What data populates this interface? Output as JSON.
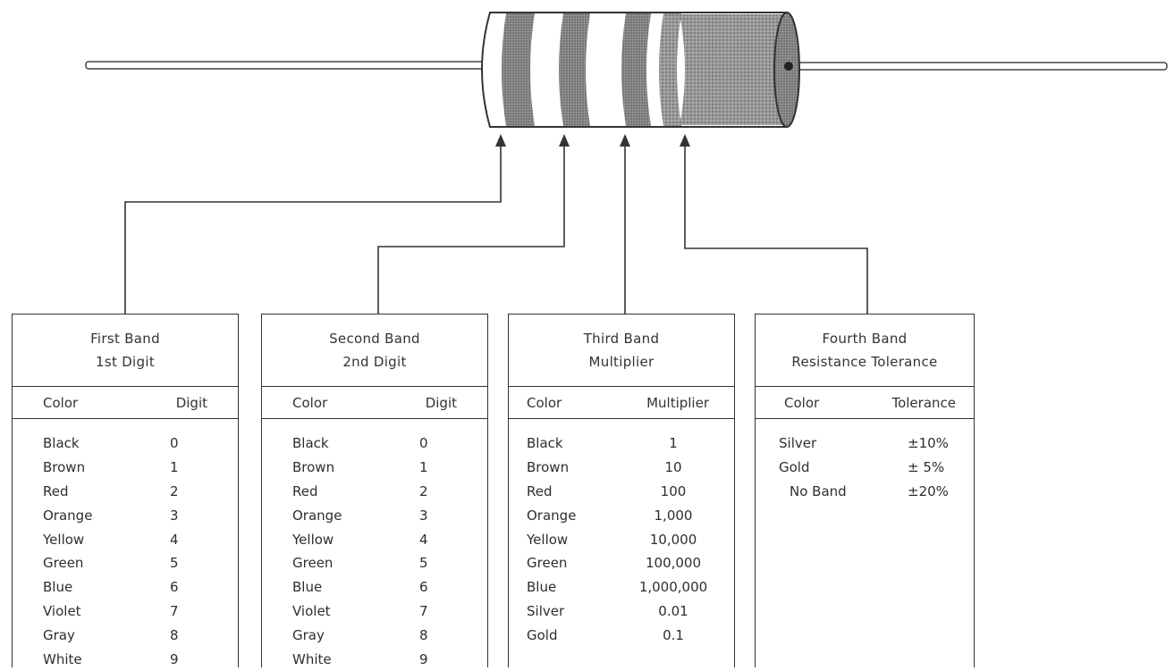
{
  "tables": [
    {
      "title": "First Band",
      "subtitle": "1st Digit",
      "col_color": "Color",
      "col_value": "Digit",
      "rows": [
        {
          "color": "Black",
          "value": "0"
        },
        {
          "color": "Brown",
          "value": "1"
        },
        {
          "color": "Red",
          "value": "2"
        },
        {
          "color": "Orange",
          "value": "3"
        },
        {
          "color": "Yellow",
          "value": "4"
        },
        {
          "color": "Green",
          "value": "5"
        },
        {
          "color": "Blue",
          "value": "6"
        },
        {
          "color": "Violet",
          "value": "7"
        },
        {
          "color": "Gray",
          "value": "8"
        },
        {
          "color": "White",
          "value": "9"
        }
      ]
    },
    {
      "title": "Second Band",
      "subtitle": "2nd Digit",
      "col_color": "Color",
      "col_value": "Digit",
      "rows": [
        {
          "color": "Black",
          "value": "0"
        },
        {
          "color": "Brown",
          "value": "1"
        },
        {
          "color": "Red",
          "value": "2"
        },
        {
          "color": "Orange",
          "value": "3"
        },
        {
          "color": "Yellow",
          "value": "4"
        },
        {
          "color": "Green",
          "value": "5"
        },
        {
          "color": "Blue",
          "value": "6"
        },
        {
          "color": "Violet",
          "value": "7"
        },
        {
          "color": "Gray",
          "value": "8"
        },
        {
          "color": "White",
          "value": "9"
        }
      ]
    },
    {
      "title": "Third Band",
      "subtitle": "Multiplier",
      "col_color": "Color",
      "col_value": "Multiplier",
      "rows": [
        {
          "color": "Black",
          "value": "1"
        },
        {
          "color": "Brown",
          "value": "10"
        },
        {
          "color": "Red",
          "value": "100"
        },
        {
          "color": "Orange",
          "value": "1,000"
        },
        {
          "color": "Yellow",
          "value": "10,000"
        },
        {
          "color": "Green",
          "value": "100,000"
        },
        {
          "color": "Blue",
          "value": "1,000,000"
        },
        {
          "color": "Silver",
          "value": "0.01"
        },
        {
          "color": "Gold",
          "value": "0.1"
        }
      ]
    },
    {
      "title": "Fourth Band",
      "subtitle": "Resistance Tolerance",
      "col_color": "Color",
      "col_value": "Tolerance",
      "rows": [
        {
          "color": "Silver",
          "value": "±10%"
        },
        {
          "color": "Gold",
          "value": "± 5%"
        },
        {
          "color": "No Band",
          "value": "±20%"
        }
      ]
    }
  ],
  "colors": {
    "line": "#333333",
    "band_shade": "#8a8a8a",
    "body_shade": "#7a7a7a"
  }
}
